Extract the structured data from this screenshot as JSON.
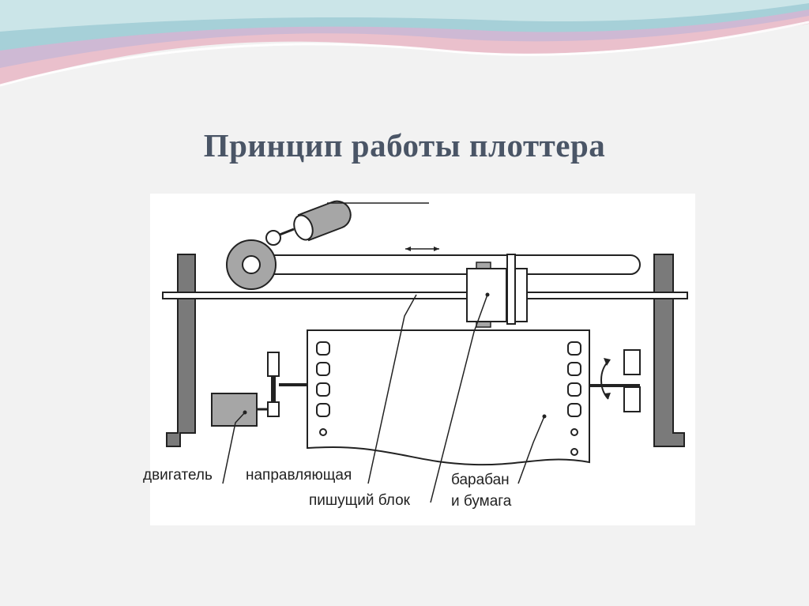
{
  "slide": {
    "title": "Принцип работы плоттера"
  },
  "diagram": {
    "labels": {
      "motor": "двигатель",
      "guide": "направляющая",
      "pen_unit": "пишущий блок",
      "drum_line1": "барабан",
      "drum_line2": "и бумага"
    }
  },
  "colors": {
    "title": "#4a5566",
    "wave_pink": "#e9b7c6",
    "wave_teal": "#9fd3d8",
    "wave_lilac": "#c7b6d6",
    "frame_gray": "#7a7a7a",
    "motor_gray": "#a6a6a6"
  }
}
